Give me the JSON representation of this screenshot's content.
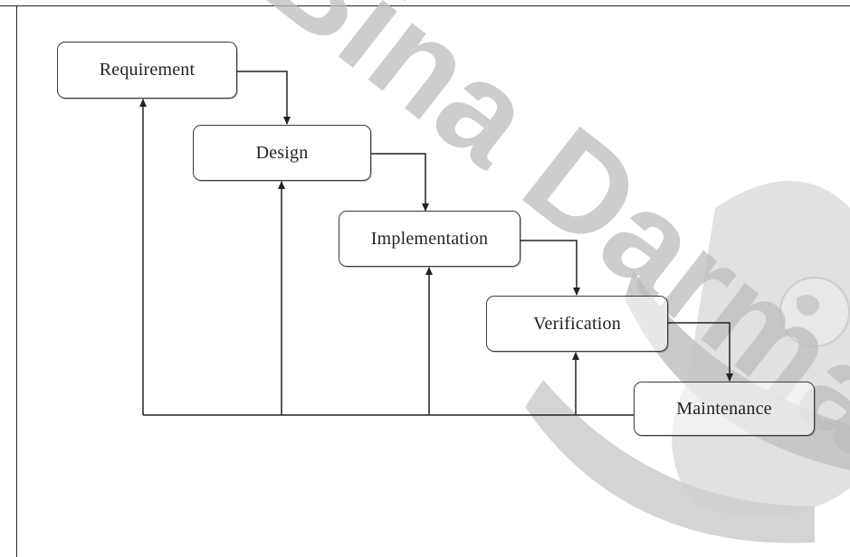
{
  "diagram": {
    "stages": [
      {
        "id": "requirement",
        "label": "Requirement"
      },
      {
        "id": "design",
        "label": "Design"
      },
      {
        "id": "implementation",
        "label": "Implementation"
      },
      {
        "id": "verification",
        "label": "Verification"
      },
      {
        "id": "maintenance",
        "label": "Maintenance"
      }
    ]
  },
  "watermark": {
    "text": "Bina Darma",
    "color": "#bdbdbd"
  }
}
